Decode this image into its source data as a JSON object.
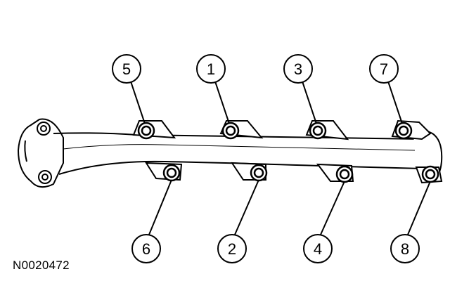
{
  "figure": {
    "reference_code": "N0020472",
    "callouts": [
      {
        "label": "5",
        "bolt_id": "5"
      },
      {
        "label": "1",
        "bolt_id": "1"
      },
      {
        "label": "3",
        "bolt_id": "3"
      },
      {
        "label": "7",
        "bolt_id": "7"
      },
      {
        "label": "6",
        "bolt_id": "6"
      },
      {
        "label": "2",
        "bolt_id": "2"
      },
      {
        "label": "4",
        "bolt_id": "4"
      },
      {
        "label": "8",
        "bolt_id": "8"
      }
    ]
  }
}
